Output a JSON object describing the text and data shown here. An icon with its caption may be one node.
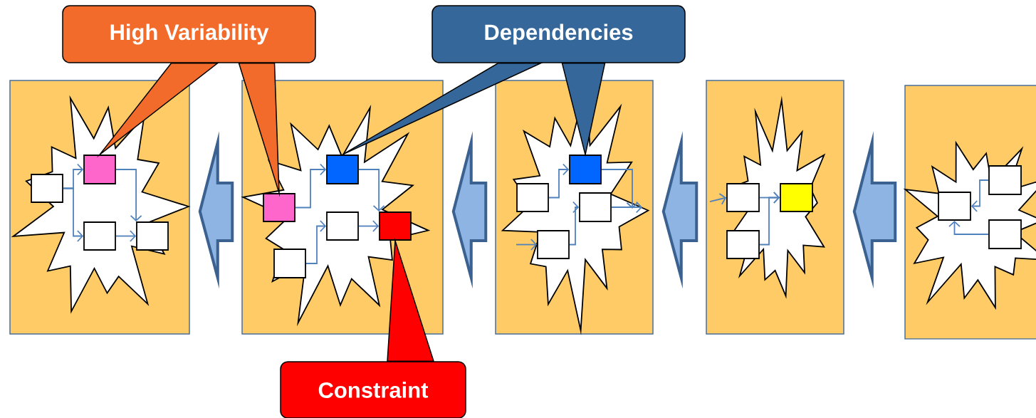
{
  "diagram": {
    "nodes": [
      {
        "text": [
          "High Variability"
        ]
      },
      {
        "text": [
          "Dependencies"
        ]
      },
      {
        "text": [
          "Constraint"
        ]
      },
      {
        "text": [],
        "shape": "box"
      },
      {
        "text": [],
        "shape": "box"
      },
      {
        "text": [],
        "shape": "box"
      },
      {
        "text": [],
        "shape": "box"
      },
      {
        "text": [],
        "shape": "box"
      },
      {
        "text": [],
        "shape": "box",
        "in": 3
      },
      {
        "text": [],
        "shape": "box",
        "in": 3
      },
      {
        "text": [],
        "shape": "box",
        "in": 3
      },
      {
        "text": [],
        "shape": "box",
        "in": 3
      },
      {
        "text": [],
        "shape": "box",
        "in": 4
      },
      {
        "text": [],
        "shape": "box",
        "in": 4
      },
      {
        "text": [],
        "shape": "box",
        "in": 4
      },
      {
        "text": [],
        "shape": "box",
        "in": 4
      },
      {
        "text": [],
        "shape": "box",
        "in": 4
      },
      {
        "text": [],
        "shape": "box",
        "in": 5
      },
      {
        "text": [],
        "shape": "box",
        "in": 5
      },
      {
        "text": [],
        "shape": "box",
        "in": 5
      },
      {
        "text": [],
        "shape": "box",
        "in": 5
      },
      {
        "text": [],
        "shape": "box",
        "in": 6
      },
      {
        "text": [],
        "shape": "box",
        "in": 6
      },
      {
        "text": [],
        "shape": "box",
        "in": 6
      },
      {
        "text": [],
        "shape": "box",
        "in": 7
      },
      {
        "text": [],
        "shape": "box",
        "in": 7
      },
      {
        "text": [],
        "shape": "box",
        "in": 7
      }
    ],
    "edges": [
      {
        "from": 9,
        "to": 8,
        "arrow": "to"
      },
      {
        "from": 9,
        "to": 10,
        "arrow": "to"
      },
      {
        "from": 8,
        "to": 11,
        "arrow": "to"
      },
      {
        "from": 10,
        "to": 11,
        "arrow": "to"
      },
      {
        "from": 13,
        "to": 12,
        "arrow": "to"
      },
      {
        "from": 16,
        "to": 14,
        "arrow": "to"
      },
      {
        "from": 12,
        "to": 15,
        "arrow": "to"
      },
      {
        "from": 14,
        "to": 15,
        "arrow": "to"
      },
      {
        "from": 18,
        "to": 17,
        "arrow": "to"
      },
      {
        "from": 20,
        "to": 19,
        "arrow": "to"
      },
      {
        "from": 17,
        "to": null,
        "arrow": "to"
      },
      {
        "from": 19,
        "to": null,
        "arrow": "to"
      },
      {
        "from": null,
        "to": 20,
        "arrow": "to"
      },
      {
        "from": null,
        "to": 21,
        "arrow": "to"
      },
      {
        "from": 21,
        "to": 22,
        "arrow": "to"
      },
      {
        "from": 23,
        "to": 22,
        "arrow": "to"
      },
      {
        "from": 24,
        "to": 25,
        "arrow": "to"
      },
      {
        "from": 26,
        "to": 25,
        "arrow": "to"
      },
      {
        "from": 4,
        "to": 3,
        "arrow": "to",
        "style": "thick",
        "color": "#8eb4e3"
      },
      {
        "from": 5,
        "to": 4,
        "arrow": "to",
        "style": "thick",
        "color": "#8eb4e3"
      },
      {
        "from": 6,
        "to": 5,
        "arrow": "to",
        "style": "thick",
        "color": "#8eb4e3"
      },
      {
        "from": 7,
        "to": 6,
        "arrow": "to",
        "style": "thick",
        "color": "#8eb4e3"
      },
      {
        "from": 0,
        "to": 8,
        "arrow": "none",
        "color": "#f26b2a"
      },
      {
        "from": 0,
        "to": 13,
        "arrow": "none",
        "color": "#f26b2a"
      },
      {
        "from": 1,
        "to": 12,
        "arrow": "none",
        "color": "#35679a"
      },
      {
        "from": 1,
        "to": 17,
        "arrow": "none",
        "color": "#35679a"
      },
      {
        "from": 2,
        "to": 15,
        "arrow": "none",
        "color": "#ff0000"
      }
    ]
  }
}
